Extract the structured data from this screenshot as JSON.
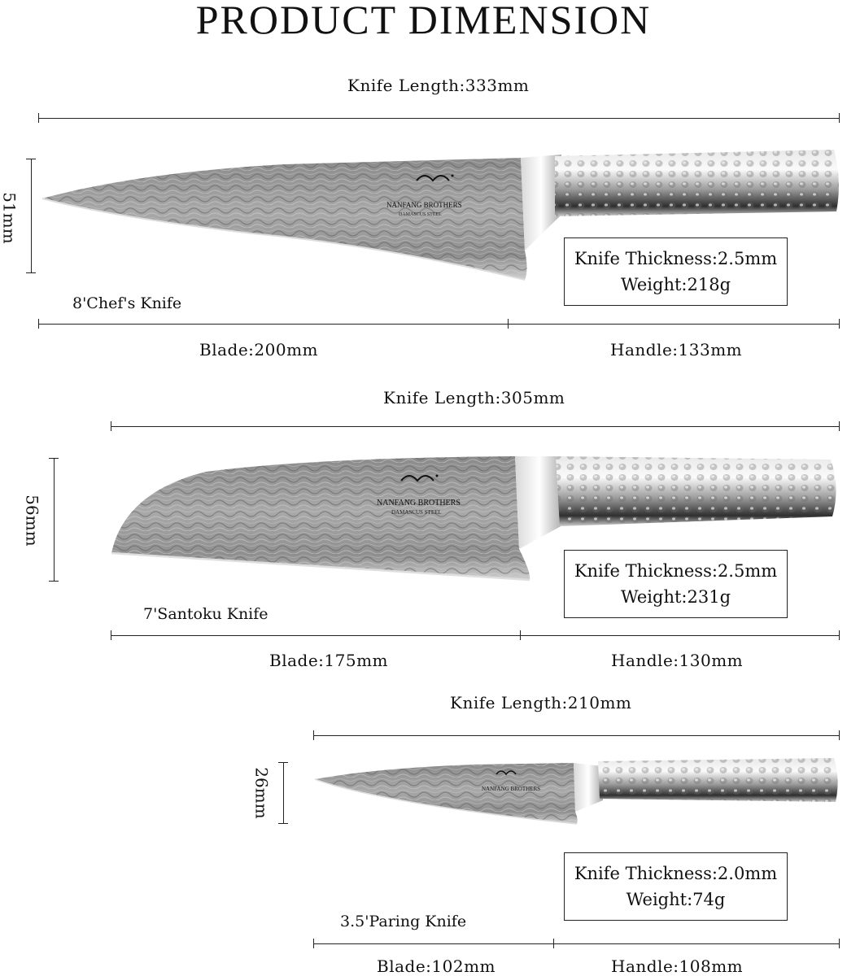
{
  "title": "PRODUCT DIMENSION",
  "knives": [
    {
      "name": "8'Chef's Knife",
      "length": "Knife Length:333mm",
      "height": "51mm",
      "thickness": "Knife Thickness:2.5mm",
      "weight": "Weight:218g",
      "blade": "Blade:200mm",
      "handle": "Handle:133mm",
      "brand": "NANFANG BROTHERS",
      "brand_sub": "DAMASCUS STEEL"
    },
    {
      "name": "7'Santoku Knife",
      "length": "Knife Length:305mm",
      "height": "56mm",
      "thickness": "Knife Thickness:2.5mm",
      "weight": "Weight:231g",
      "blade": "Blade:175mm",
      "handle": "Handle:130mm",
      "brand": "NANFANG BROTHERS",
      "brand_sub": "DAMASCUS STEEL"
    },
    {
      "name": "3.5'Paring Knife",
      "length": "Knife Length:210mm",
      "height": "26mm",
      "thickness": "Knife Thickness:2.0mm",
      "weight": "Weight:74g",
      "blade": "Blade:102mm",
      "handle": "Handle:108mm",
      "brand": "NANFANG BROTHERS",
      "brand_sub": ""
    }
  ],
  "colors": {
    "line": "#222222",
    "blade_dark": "#6f6f6f",
    "blade_light": "#b9b9b9",
    "handle_dark": "#3c3c3c",
    "handle_light": "#f2f2f2"
  }
}
